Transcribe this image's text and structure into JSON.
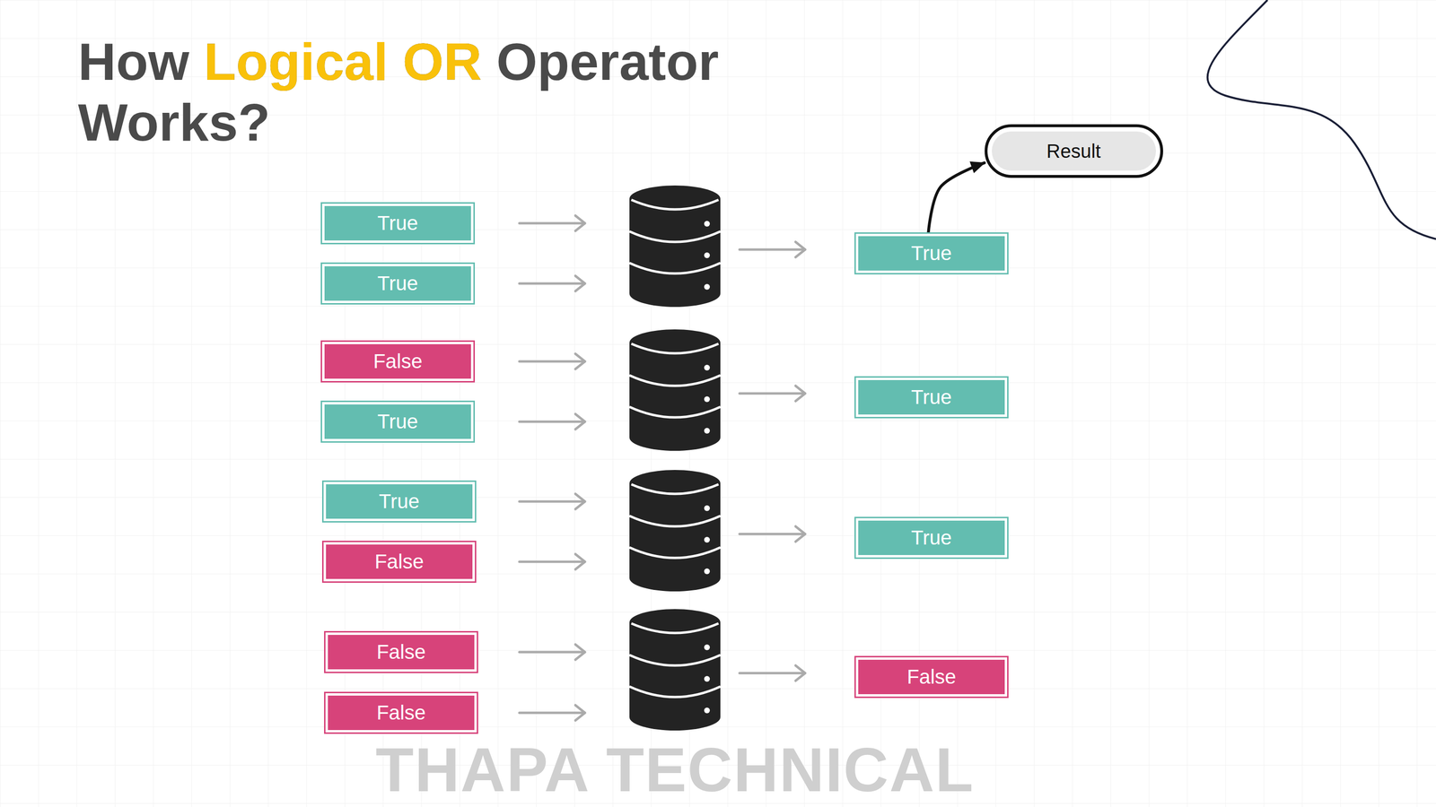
{
  "diagram": {
    "title": "How Logical OR Operator Works?",
    "nodes": [
      {
        "text": [
          "Result"
        ]
      },
      {
        "text": [
          "True"
        ]
      },
      {
        "text": [
          "True"
        ]
      },
      {
        "text": [
          "True"
        ]
      },
      {
        "text": [
          "False"
        ]
      },
      {
        "text": [
          "True"
        ]
      },
      {
        "text": [
          "True"
        ]
      },
      {
        "text": [
          "True"
        ]
      },
      {
        "text": [
          "False"
        ]
      },
      {
        "text": [
          "True"
        ]
      },
      {
        "text": [
          "False"
        ]
      },
      {
        "text": [
          "False"
        ]
      },
      {
        "text": [
          "False"
        ]
      }
    ],
    "edges": [
      {
        "from": 3,
        "to": 0,
        "arrow": "to"
      }
    ],
    "labels": [
      "THAPA TECHNICAL"
    ]
  }
}
